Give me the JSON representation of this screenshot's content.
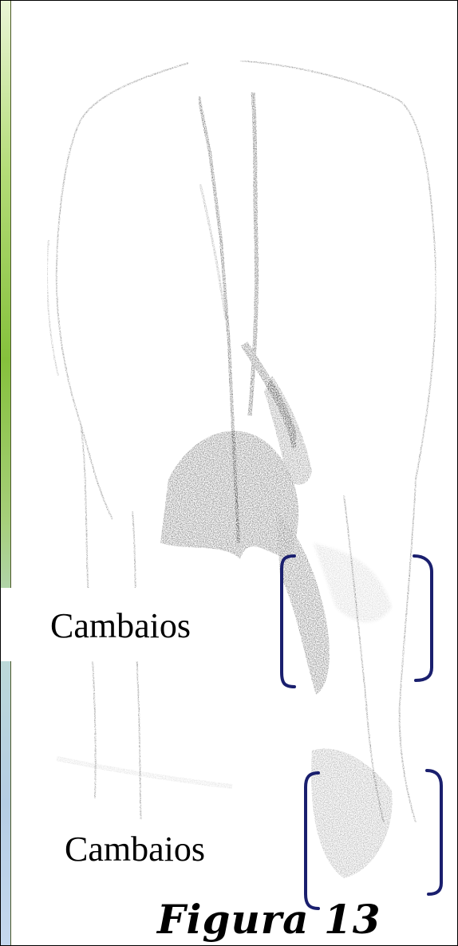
{
  "labels": {
    "upper": "Cambaios",
    "lower": "Cambaios"
  },
  "caption": "Figura 13",
  "colors": {
    "bracket": "#1a1f6e",
    "ink": "#111111",
    "sidebar_top": "#b4dc78",
    "sidebar_bottom": "#c5d8ee"
  },
  "icons": {
    "illustration": "cow-rear-view-sketch",
    "upper_marker": "curly-bracket-pair",
    "lower_marker": "curly-bracket-pair"
  }
}
